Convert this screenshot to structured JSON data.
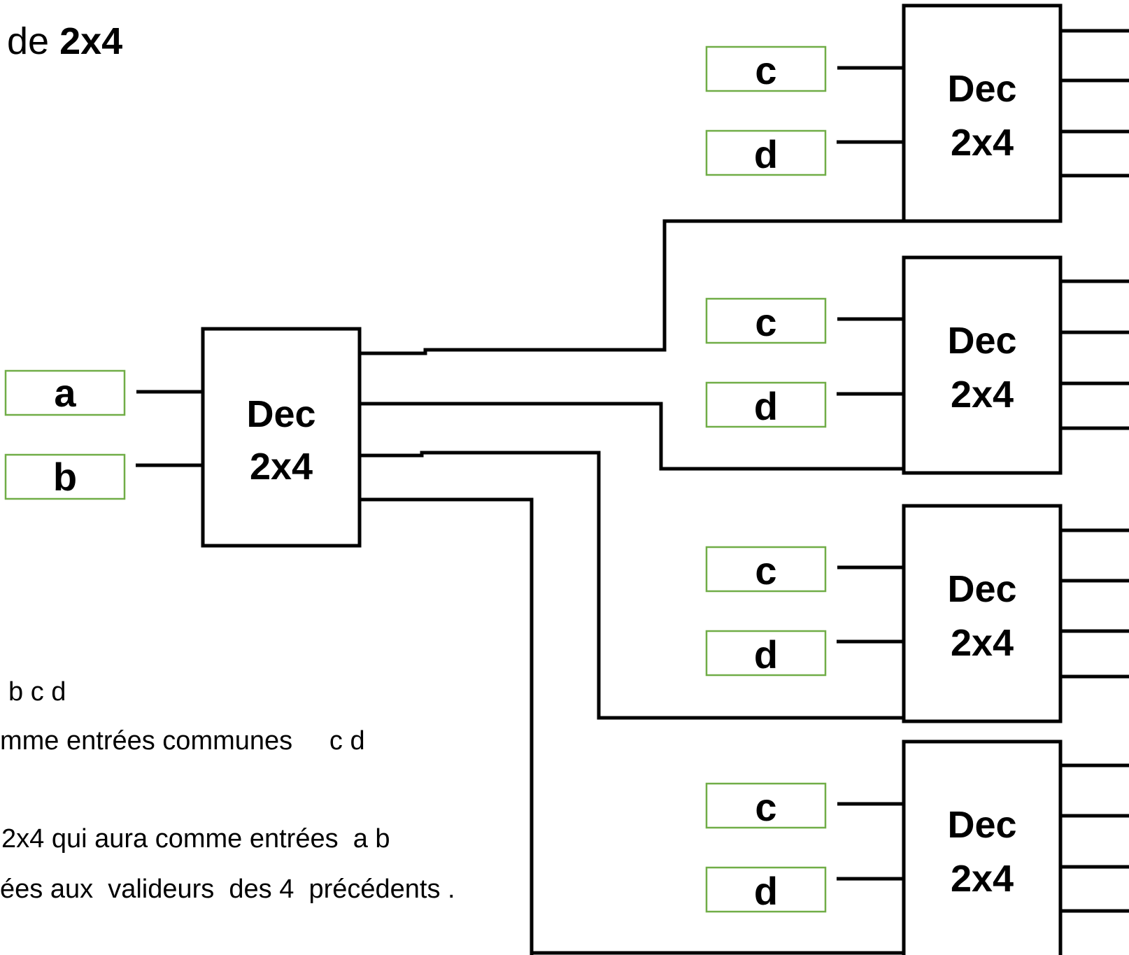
{
  "title": {
    "prefix": "de",
    "bold": "2x4"
  },
  "notes": [
    "b c d",
    "mme entrées communes     c d",
    "2x4 qui aura comme entrées  a b",
    "ées aux  valideurs  des 4  précédents ."
  ],
  "main_decoder": {
    "line1": "Dec",
    "line2": "2x4",
    "inputs": [
      "a",
      "b"
    ]
  },
  "sub_decoders": [
    {
      "line1": "Dec",
      "line2": "2x4",
      "inputs": [
        "c",
        "d"
      ]
    },
    {
      "line1": "Dec",
      "line2": "2x4",
      "inputs": [
        "c",
        "d"
      ]
    },
    {
      "line1": "Dec",
      "line2": "2x4",
      "inputs": [
        "c",
        "d"
      ]
    },
    {
      "line1": "Dec",
      "line2": "2x4",
      "inputs": [
        "c",
        "d"
      ]
    }
  ],
  "colors": {
    "input_box_border": "#70ad47",
    "wire": "#000000"
  }
}
